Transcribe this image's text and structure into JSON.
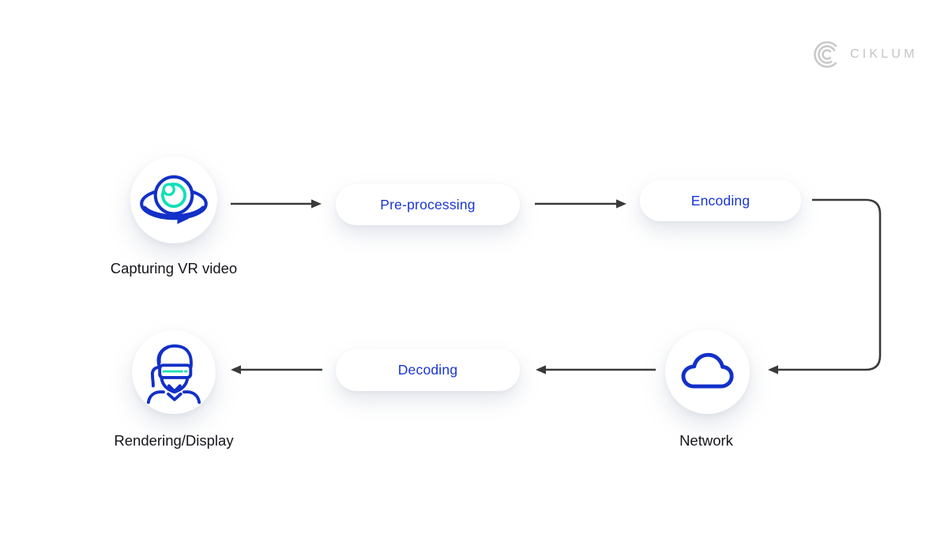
{
  "brand": {
    "logo_text": "CIKLUM",
    "logo_icon": "ciklum-arcs-icon"
  },
  "diagram": {
    "nodes": [
      {
        "id": "capture",
        "type": "icon-circle",
        "icon": "vr-360-camera-icon",
        "label": "Capturing VR video"
      },
      {
        "id": "preprocessing",
        "type": "pill",
        "icon": null,
        "label": "Pre-processing"
      },
      {
        "id": "encoding",
        "type": "pill",
        "icon": null,
        "label": "Encoding"
      },
      {
        "id": "network",
        "type": "icon-circle",
        "icon": "cloud-icon",
        "label": "Network"
      },
      {
        "id": "decoding",
        "type": "pill",
        "icon": null,
        "label": "Decoding"
      },
      {
        "id": "rendering",
        "type": "icon-circle",
        "icon": "vr-headset-person-icon",
        "label": "Rendering/Display"
      }
    ],
    "edges": [
      {
        "from": "capture",
        "to": "preprocessing",
        "style": "straight-right"
      },
      {
        "from": "preprocessing",
        "to": "encoding",
        "style": "straight-right"
      },
      {
        "from": "encoding",
        "to": "network",
        "style": "right-down-left-elbow"
      },
      {
        "from": "network",
        "to": "decoding",
        "style": "straight-left"
      },
      {
        "from": "decoding",
        "to": "rendering",
        "style": "straight-left"
      }
    ]
  },
  "colors": {
    "accent_blue_text": "#1A35D6",
    "accent_blue_icon": "#1230C8",
    "accent_teal": "#10E0B8",
    "arrow_gray": "#3A3A3A",
    "label_text": "#15151B",
    "logo_gray": "#C4C4C4",
    "background": "#FFFFFF"
  }
}
